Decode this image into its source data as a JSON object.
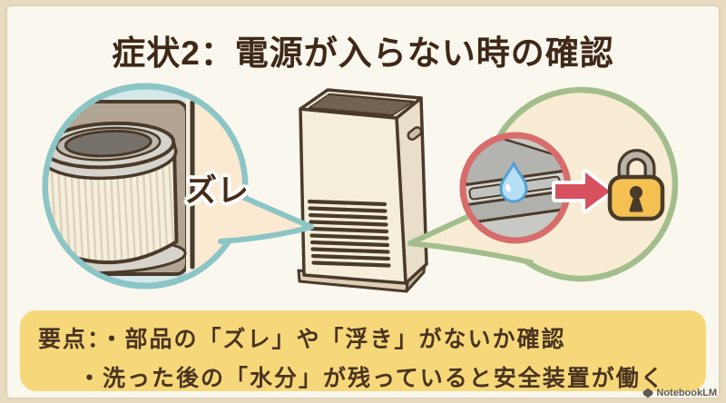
{
  "slide": {
    "title": "症状2：電源が入らない時の確認",
    "zure_label": "ズレ",
    "summary": {
      "line1": "要点：・部品の「ズレ」や「浮き」がないか確認",
      "line2": "・洗った後の「水分」が残っていると安全装置が働く"
    },
    "watermark": "NotebookLM",
    "icons": [
      "filter-illustration",
      "air-purifier-illustration",
      "water-tray-illustration",
      "water-droplet-icon",
      "arrow-right-icon",
      "lock-icon",
      "notebooklm-logo-icon"
    ],
    "colors": {
      "frame": "#e7dbc2",
      "background": "#faf7ee",
      "title_text": "#3f2817",
      "teal_ring": "#8cc5c6",
      "pale_blue": "#d5e9ea",
      "peach": "#fbe9d1",
      "green_ring": "#a3be8c",
      "red_ring": "#d76c6b",
      "arrow_red": "#d6505e",
      "lock_yellow": "#f3c051",
      "outline_brown": "#4a3a2a",
      "device_cream": "#f4eeda",
      "panel_taupe": "#b2a593",
      "summary_bg": "#f6d87b",
      "summary_text": "#4a3420"
    }
  }
}
